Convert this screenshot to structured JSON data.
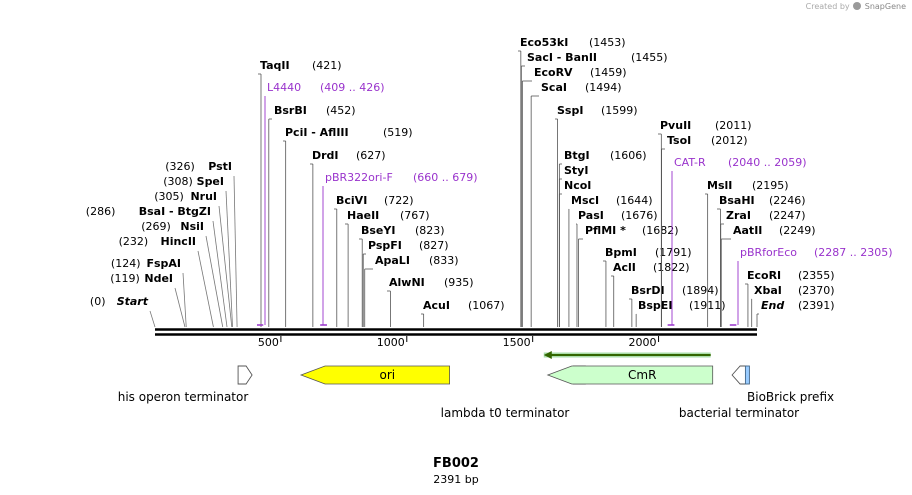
{
  "credit": {
    "prefix": "Created by",
    "brand": "SnapGene"
  },
  "plasmid": {
    "name": "FB002",
    "length_label": "2391 bp",
    "length": 2391
  },
  "ruler": {
    "ticks": [
      {
        "pos": 500,
        "label": "500"
      },
      {
        "pos": 1000,
        "label": "1000"
      },
      {
        "pos": 1500,
        "label": "1500"
      },
      {
        "pos": 2000,
        "label": "2000"
      }
    ]
  },
  "left_labels": [
    {
      "name": "Start",
      "pos_text": "(0)",
      "pos": 0,
      "italic": true
    },
    {
      "name": "NdeI",
      "pos_text": "(119)",
      "pos": 119
    },
    {
      "name": "FspAI",
      "pos_text": "(124)",
      "pos": 124
    },
    {
      "name": "HincII",
      "pos_text": "(232)",
      "pos": 232
    },
    {
      "name": "NsiI",
      "pos_text": "(269)",
      "pos": 269
    },
    {
      "name": "BsaI - BtgZI",
      "pos_text": "(286)",
      "pos": 286
    },
    {
      "name": "NruI",
      "pos_text": "(305)",
      "pos": 305
    },
    {
      "name": "SpeI",
      "pos_text": "(308)",
      "pos": 308
    },
    {
      "name": "PstI",
      "pos_text": "(326)",
      "pos": 326
    }
  ],
  "right_labels": [
    {
      "name": "TaqII",
      "pos_text": "(421)",
      "pos": 421
    },
    {
      "name": "L4440",
      "pos_text": "(409 .. 426)",
      "pos": 409,
      "pos2": 426,
      "primer": true
    },
    {
      "name": "BsrBI",
      "pos_text": "(452)",
      "pos": 452
    },
    {
      "name": "PciI - AflIII",
      "pos_text": "(519)",
      "pos": 519
    },
    {
      "name": "DrdI",
      "pos_text": "(627)",
      "pos": 627
    },
    {
      "name": "pBR322ori-F",
      "pos_text": "(660 .. 679)",
      "pos": 660,
      "pos2": 679,
      "primer": true
    },
    {
      "name": "BciVI",
      "pos_text": "(722)",
      "pos": 722
    },
    {
      "name": "HaeII",
      "pos_text": "(767)",
      "pos": 767
    },
    {
      "name": "BseYI",
      "pos_text": "(823)",
      "pos": 823
    },
    {
      "name": "PspFI",
      "pos_text": "(827)",
      "pos": 827
    },
    {
      "name": "ApaLI",
      "pos_text": "(833)",
      "pos": 833
    },
    {
      "name": "AlwNI",
      "pos_text": "(935)",
      "pos": 935
    },
    {
      "name": "AcuI",
      "pos_text": "(1067)",
      "pos": 1067
    },
    {
      "name": "Eco53kI",
      "pos_text": "(1453)",
      "pos": 1453
    },
    {
      "name": "SacI - BanII",
      "pos_text": "(1455)",
      "pos": 1455
    },
    {
      "name": "EcoRV",
      "pos_text": "(1459)",
      "pos": 1459
    },
    {
      "name": "ScaI",
      "pos_text": "(1494)",
      "pos": 1494
    },
    {
      "name": "SspI",
      "pos_text": "(1599)",
      "pos": 1599
    },
    {
      "name": "BtgI",
      "pos_text": "(1606)",
      "pos": 1606
    },
    {
      "name": "StyI",
      "pos_text": "",
      "pos": 1606
    },
    {
      "name": "NcoI",
      "pos_text": "",
      "pos": 1606
    },
    {
      "name": "MscI",
      "pos_text": "(1644)",
      "pos": 1644
    },
    {
      "name": "PasI",
      "pos_text": "(1676)",
      "pos": 1676
    },
    {
      "name": "PflMI *",
      "pos_text": "(1682)",
      "pos": 1682
    },
    {
      "name": "BpmI",
      "pos_text": "(1791)",
      "pos": 1791
    },
    {
      "name": "AclI",
      "pos_text": "(1822)",
      "pos": 1822
    },
    {
      "name": "BsrDI",
      "pos_text": "(1894)",
      "pos": 1894
    },
    {
      "name": "BspEI",
      "pos_text": "(1911)",
      "pos": 1911
    },
    {
      "name": "PvuII",
      "pos_text": "(2011)",
      "pos": 2011
    },
    {
      "name": "TsoI",
      "pos_text": "(2012)",
      "pos": 2012
    },
    {
      "name": "CAT-R",
      "pos_text": "(2040 .. 2059)",
      "pos": 2040,
      "pos2": 2059,
      "primer": true
    },
    {
      "name": "MslI",
      "pos_text": "(2195)",
      "pos": 2195
    },
    {
      "name": "BsaHI",
      "pos_text": "(2246)",
      "pos": 2246
    },
    {
      "name": "ZraI",
      "pos_text": "(2247)",
      "pos": 2247
    },
    {
      "name": "AatII",
      "pos_text": "(2249)",
      "pos": 2249
    },
    {
      "name": "pBRforEco",
      "pos_text": "(2287 .. 2305)",
      "pos": 2287,
      "pos2": 2305,
      "primer": true
    },
    {
      "name": "EcoRI",
      "pos_text": "(2355)",
      "pos": 2355
    },
    {
      "name": "XbaI",
      "pos_text": "(2370)",
      "pos": 2370
    },
    {
      "name": "End",
      "pos_text": "(2391)",
      "pos": 2391,
      "italic": true
    }
  ],
  "features": [
    {
      "name": "his operon terminator",
      "type": "terminator",
      "start": 330,
      "end": 380,
      "direction": "forward",
      "color": "#ffffff"
    },
    {
      "name": "ori",
      "type": "arrow",
      "start": 580,
      "end": 1170,
      "direction": "reverse",
      "color": "#ffff00"
    },
    {
      "name": "lambda t0 terminator",
      "type": "terminator",
      "start": 1455,
      "end": 1550,
      "direction": "reverse",
      "color": "#ffffff"
    },
    {
      "name": "CmR",
      "type": "arrow",
      "start": 1560,
      "end": 2215,
      "direction": "reverse",
      "color": "#ccffcc"
    },
    {
      "name": "bacterial terminator",
      "type": "terminator",
      "start": 2300,
      "end": 2340,
      "direction": "reverse",
      "color": "#ffffff"
    },
    {
      "name": "BioBrick prefix",
      "type": "box",
      "start": 2345,
      "end": 2368,
      "direction": "none",
      "color": "#99ccff"
    }
  ],
  "colors": {
    "primer": "#9933cc",
    "orf": "#336600",
    "backbone": "#000000"
  }
}
